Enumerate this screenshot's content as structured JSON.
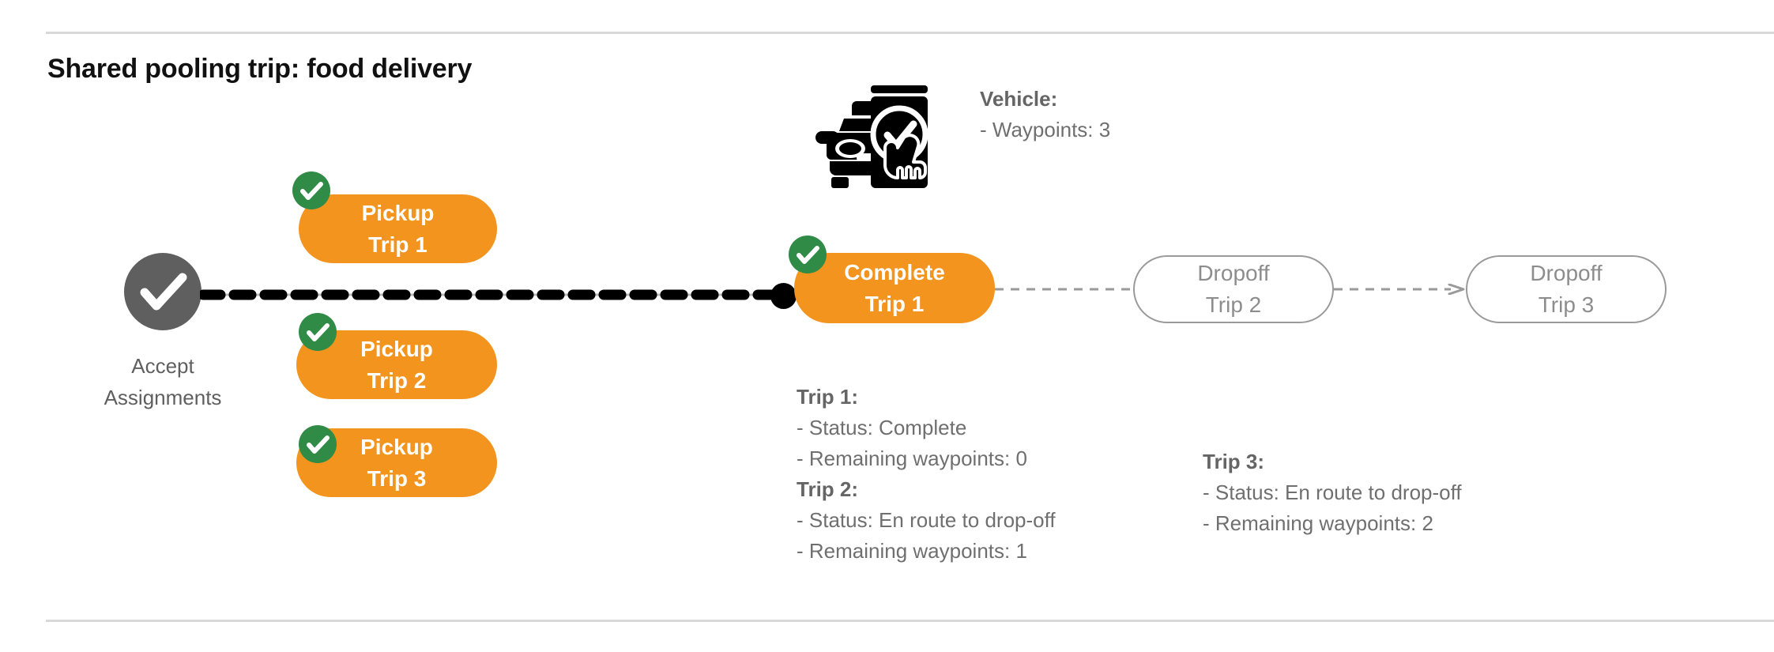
{
  "page": {
    "title": "Shared pooling trip: food delivery"
  },
  "colors": {
    "orange": "#F2941E",
    "green": "#2F8B46",
    "gray_node": "#5F5F5F",
    "gray_text": "#6F6F6F",
    "gray_outline": "#9A9A9A",
    "black": "#000000",
    "rule": "#D9D9D9"
  },
  "vehicle": {
    "icon": "car-phone-check-icon",
    "header": "Vehicle:",
    "waypoints_line": "- Waypoints: 3",
    "waypoints": 3
  },
  "flow": {
    "accept": {
      "icon": "check-circle-icon",
      "label_line1": "Accept",
      "label_line2": "Assignments"
    },
    "pickups": [
      {
        "line1": "Pickup",
        "line2": "Trip 1",
        "badge": "check-badge-icon",
        "completed": true
      },
      {
        "line1": "Pickup",
        "line2": "Trip 2",
        "badge": "check-badge-icon",
        "completed": true
      },
      {
        "line1": "Pickup",
        "line2": "Trip 3",
        "badge": "check-badge-icon",
        "completed": true
      }
    ],
    "complete": {
      "line1": "Complete",
      "line2": "Trip 1",
      "badge": "check-badge-icon",
      "completed": true
    },
    "dropoffs": [
      {
        "line1": "Dropoff",
        "line2": "Trip 2",
        "completed": false
      },
      {
        "line1": "Dropoff",
        "line2": "Trip 3",
        "completed": false
      }
    ]
  },
  "trip_details": {
    "left": [
      {
        "header": "Trip 1:",
        "status": "- Status:  Complete",
        "waypoints": "- Remaining waypoints: 0"
      },
      {
        "header": "Trip 2:",
        "status": "- Status:  En route to drop-off",
        "waypoints": "- Remaining waypoints: 1"
      }
    ],
    "right": [
      {
        "header": "Trip 3:",
        "status": "- Status:  En route to drop-off",
        "waypoints": "- Remaining waypoints: 2"
      }
    ]
  }
}
